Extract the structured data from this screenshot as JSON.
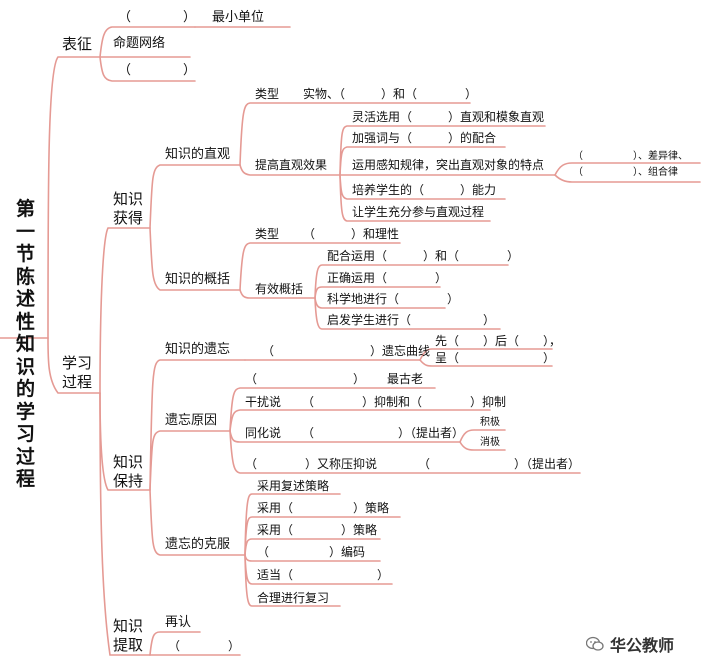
{
  "title": "第一节陈述性知识的学习过程",
  "branches": {
    "representation": {
      "label": "表征",
      "items": [
        "（　　　　）",
        "命题网络",
        "（　　　　）"
      ],
      "smallest_unit": "最小单位"
    },
    "learning_process": {
      "label": "学习\n过程",
      "acquisition": {
        "label": "知识\n获得",
        "intuition": {
          "label": "知识的直观",
          "type_label": "类型",
          "type_text": "实物、（　　　）和（　　　　）",
          "improve_label": "提高直观效果",
          "improve_items": [
            "灵活选用（　　　）直观和模象直观",
            "加强词与（　　　）的配合",
            "运用感知规律，突出直观对象的特点",
            "培养学生的（　　　）能力",
            "让学生充分参与直观过程"
          ],
          "features_line1": "（　　　　　）、差异律、",
          "features_line2": "（　　　　　）、组合律"
        },
        "generalization": {
          "label": "知识的概括",
          "type_label": "类型",
          "type_text": "（　　　）和理性",
          "effective_label": "有效概括",
          "effective_items": [
            "配合运用（　　　）和（　　　　）",
            "正确运用（　　　　）",
            "科学地进行（　　　　）",
            "启发学生进行（　　　　　　）"
          ]
        }
      },
      "retention": {
        "label": "知识\n保持",
        "forgetting": {
          "label": "知识的遗忘",
          "curve_text": "（　　　　　　　　）遗忘曲线",
          "fast_line1": "先（　　）后（　　），",
          "fast_line2": "呈（　　　　　　　）"
        },
        "causes": {
          "label": "遗忘原因",
          "oldest_text": "（　　　　　　　　）",
          "oldest_label": "最古老",
          "interference_label": "干扰说",
          "interference_text": "（　　　　）抑制和（　　　　）抑制",
          "assimilation_label": "同化说",
          "assimilation_text": "（　　　　　　　）（提出者）",
          "positive": "积极",
          "negative": "消极",
          "repression_text": "（　　　　）又称压抑说",
          "repression_proposer": "（　　　　　　　）（提出者）"
        },
        "overcoming": {
          "label": "遗忘的克服",
          "items": [
            "采用复述策略",
            "采用（　　　　　）策略",
            "采用（　　　　）策略",
            "（　　　　　）编码",
            "适当（　　　　　　　）",
            "合理进行复习"
          ]
        }
      },
      "retrieval": {
        "label": "知识\n提取",
        "items": [
          "再认",
          "（　　　　）"
        ]
      }
    }
  },
  "watermark": {
    "text": "华公教师",
    "icon": "chat-bubble-icon"
  },
  "colors": {
    "line": "#e59a94",
    "text": "#111111"
  }
}
